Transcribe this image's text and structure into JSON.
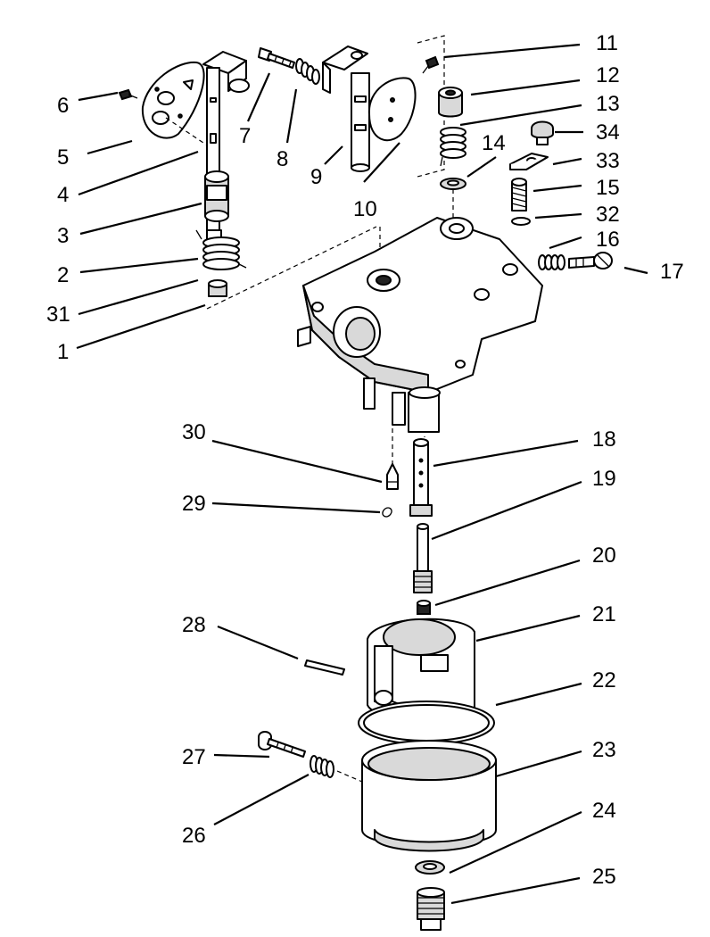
{
  "diagram": {
    "type": "exploded parts diagram",
    "callouts": [
      {
        "id": "c1",
        "text": "1"
      },
      {
        "id": "c2",
        "text": "2"
      },
      {
        "id": "c3",
        "text": "3"
      },
      {
        "id": "c4",
        "text": "4"
      },
      {
        "id": "c5",
        "text": "5"
      },
      {
        "id": "c6",
        "text": "6"
      },
      {
        "id": "c7",
        "text": "7"
      },
      {
        "id": "c8",
        "text": "8"
      },
      {
        "id": "c9",
        "text": "9"
      },
      {
        "id": "c10",
        "text": "10"
      },
      {
        "id": "c11",
        "text": "11"
      },
      {
        "id": "c12",
        "text": "12"
      },
      {
        "id": "c13",
        "text": "13"
      },
      {
        "id": "c14",
        "text": "14"
      },
      {
        "id": "c15",
        "text": "15"
      },
      {
        "id": "c16",
        "text": "16"
      },
      {
        "id": "c17",
        "text": "17"
      },
      {
        "id": "c18",
        "text": "18"
      },
      {
        "id": "c19",
        "text": "19"
      },
      {
        "id": "c20",
        "text": "20"
      },
      {
        "id": "c21",
        "text": "21"
      },
      {
        "id": "c22",
        "text": "22"
      },
      {
        "id": "c23",
        "text": "23"
      },
      {
        "id": "c24",
        "text": "24"
      },
      {
        "id": "c25",
        "text": "25"
      },
      {
        "id": "c26",
        "text": "26"
      },
      {
        "id": "c27",
        "text": "27"
      },
      {
        "id": "c28",
        "text": "28"
      },
      {
        "id": "c29",
        "text": "29"
      },
      {
        "id": "c30",
        "text": "30"
      },
      {
        "id": "c31",
        "text": "31"
      },
      {
        "id": "c32",
        "text": "32"
      },
      {
        "id": "c33",
        "text": "33"
      },
      {
        "id": "c34",
        "text": "34"
      }
    ]
  }
}
